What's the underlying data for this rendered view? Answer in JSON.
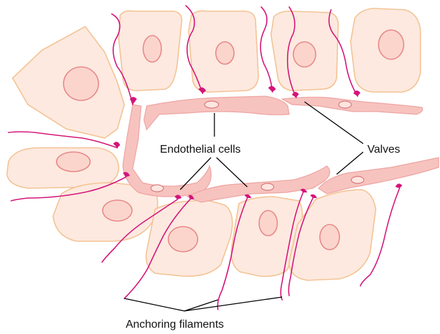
{
  "labels": {
    "endothelial": "Endothelial cells",
    "valves": "Valves",
    "anchoring": "Anchoring filaments"
  },
  "colors": {
    "cell_fill": "#fde9df",
    "cell_stroke": "#f3c394",
    "nucleus_stroke": "#e8888a",
    "endothelium_fill": "#f7c3bf",
    "filament": "#d4157a"
  }
}
